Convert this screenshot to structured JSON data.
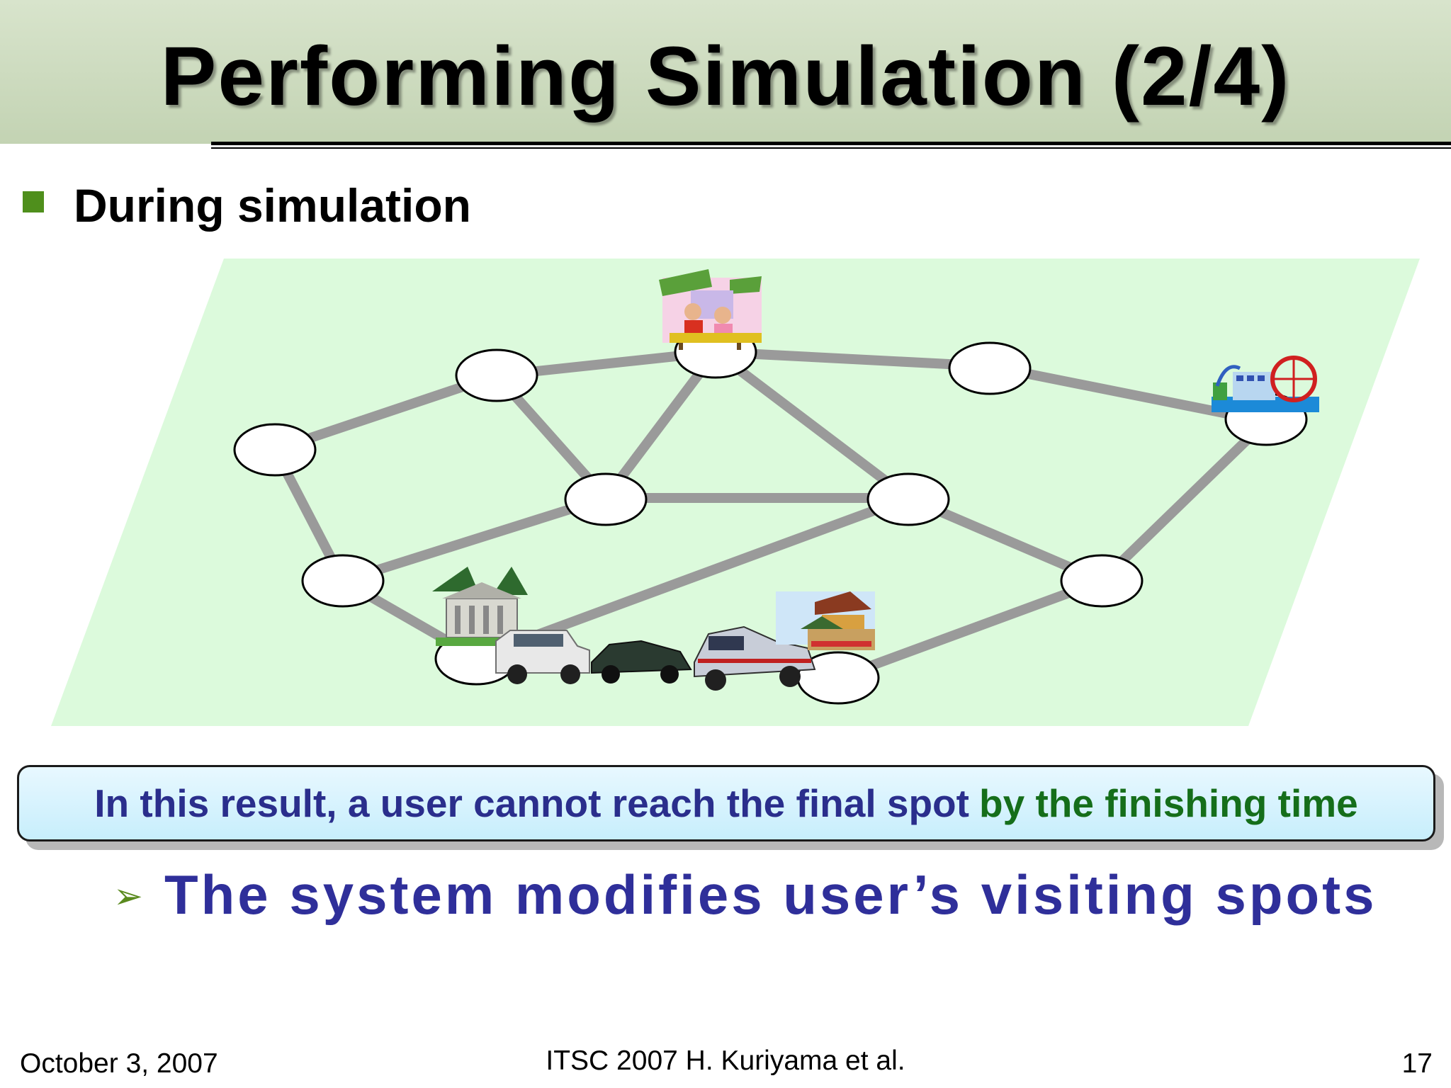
{
  "slide": {
    "title": "Performing Simulation (2/4)",
    "bullet": "During simulation",
    "callout_part1": "In this result, a user cannot reach the final spot",
    "callout_part2": "by the finishing time",
    "subpoint": "The system modifies user’s visiting spots"
  },
  "footer": {
    "date": "October 3, 2007",
    "center": "ITSC 2007 H. Kuriyama et al.",
    "page": "17"
  },
  "colors": {
    "title_band": "#c8d8b8",
    "map_area": "#dcfadc",
    "road": "#9a9a9a",
    "bullet_square": "#4f8f1c",
    "callout_text": "#2a2e8c",
    "callout_highlight": "#156e1a",
    "subpoint_text": "#2f2f9a"
  },
  "icons": [
    "restaurant-icon",
    "amusement-park-icon",
    "museum-icon",
    "temple-icon",
    "van-icon",
    "convertible-car-icon",
    "sedan-car-icon"
  ]
}
